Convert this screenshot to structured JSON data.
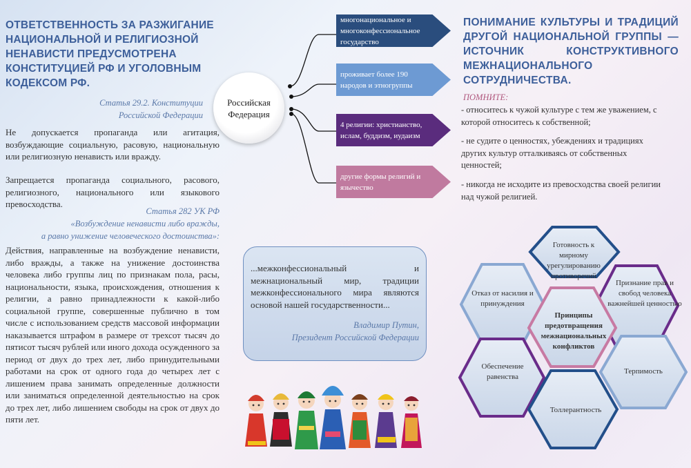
{
  "left": {
    "title": "ОТВЕТСТВЕННОСТЬ ЗА РАЗЖИГАНИЕ НАЦИОНАЛЬНОЙ И РЕЛИГИОЗНОЙ НЕНАВИСТИ ПРЕДУСМОТРЕНА КОНСТИТУЦИЕЙ РФ И УГОЛОВНЫМ КОДЕКСОМ РФ.",
    "cite1_line1": "Статья 29.2. Конституции",
    "cite1_line2": "Российской Федерации",
    "para1": "Не допускается пропаганда или агитация, возбуждающие социальную, расовую, национальную или религиозную ненависть или вражду.",
    "para2": "Запрещается пропаганда социального, расового, религиозного, национального или языкового превосходства.",
    "cite2_line1": "Статья 282 УК РФ",
    "cite2_line2": "«Возбуждение ненависти либо вражды,",
    "cite2_line3": "а равно унижение человеческого достоинства»:",
    "para3": "Действия, направленные на возбуждение ненависти, либо вражды, а также на унижение достоинства человека либо группы лиц по признакам пола, расы, национальности, языка, происхождения, отношения к религии, а равно принадлежности к какой-либо социальной группе, совершенные публично в том числе с использованием средств массовой информации наказывается штрафом в размере от трехсот тысяч до пятисот тысяч рублей или иного дохода осужденного за период от двух до трех лет, либо принудительными работами на срок от одного года до четырех лет с лишением права занимать определенные должности или заниматься определенной деятельностью на срок до трех лет, либо лишением свободы на срок от двух до пяти лет."
  },
  "center": {
    "circle_label": "Российская Федерация",
    "arrows": [
      {
        "label": "многонациональное и многоконфессиональное государство",
        "color": "#2a4d7d"
      },
      {
        "label": "проживает более 190 народов и этногруппы",
        "color": "#6d9ad3"
      },
      {
        "label": "4 религии: христианство, ислам, буддизм, иудаизм",
        "color": "#5a2c7d"
      },
      {
        "label": "другие формы религий и язычество",
        "color": "#c07a9f"
      }
    ],
    "quote": "...межконфессиональный и межнациональный мир, традиции межконфессионального мира являются основой нашей государственности...",
    "quote_author_line1": "Владимир Путин,",
    "quote_author_line2": "Президент Российской Федерации"
  },
  "right": {
    "title": "ПОНИМАНИЕ КУЛЬТУРЫ И ТРАДИЦИЙ ДРУГОЙ НАЦИОНАЛЬНОЙ ГРУППЫ — ИСТОЧНИК КОНСТРУКТИВНОГО МЕЖНАЦИОНАЛЬНОГО СОТРУДНИЧЕСТВА.",
    "remember": "ПОМНИТЕ:",
    "rules": [
      "- относитесь к чужой культуре с тем же уважением, с которой относитесь к собственной;",
      "- не судите о ценностях, убеждениях и традициях других культур отталкиваясь от собственных ценностей;",
      "- никогда не исходите из превосходства своей религии над чужой религией."
    ],
    "hexagons": {
      "center": "Принципы предотвращения межнациональных конфликтов",
      "top": "Готовность к мирному урегулированию противоречий",
      "upper_left": "Отказ от насилия и принуждения",
      "upper_right": "Признание прав и свобод человека важнейшей ценностью",
      "lower_left": "Обеспечение равенства",
      "lower_right": "Терпимость",
      "bottom": "Толлерантность"
    }
  }
}
